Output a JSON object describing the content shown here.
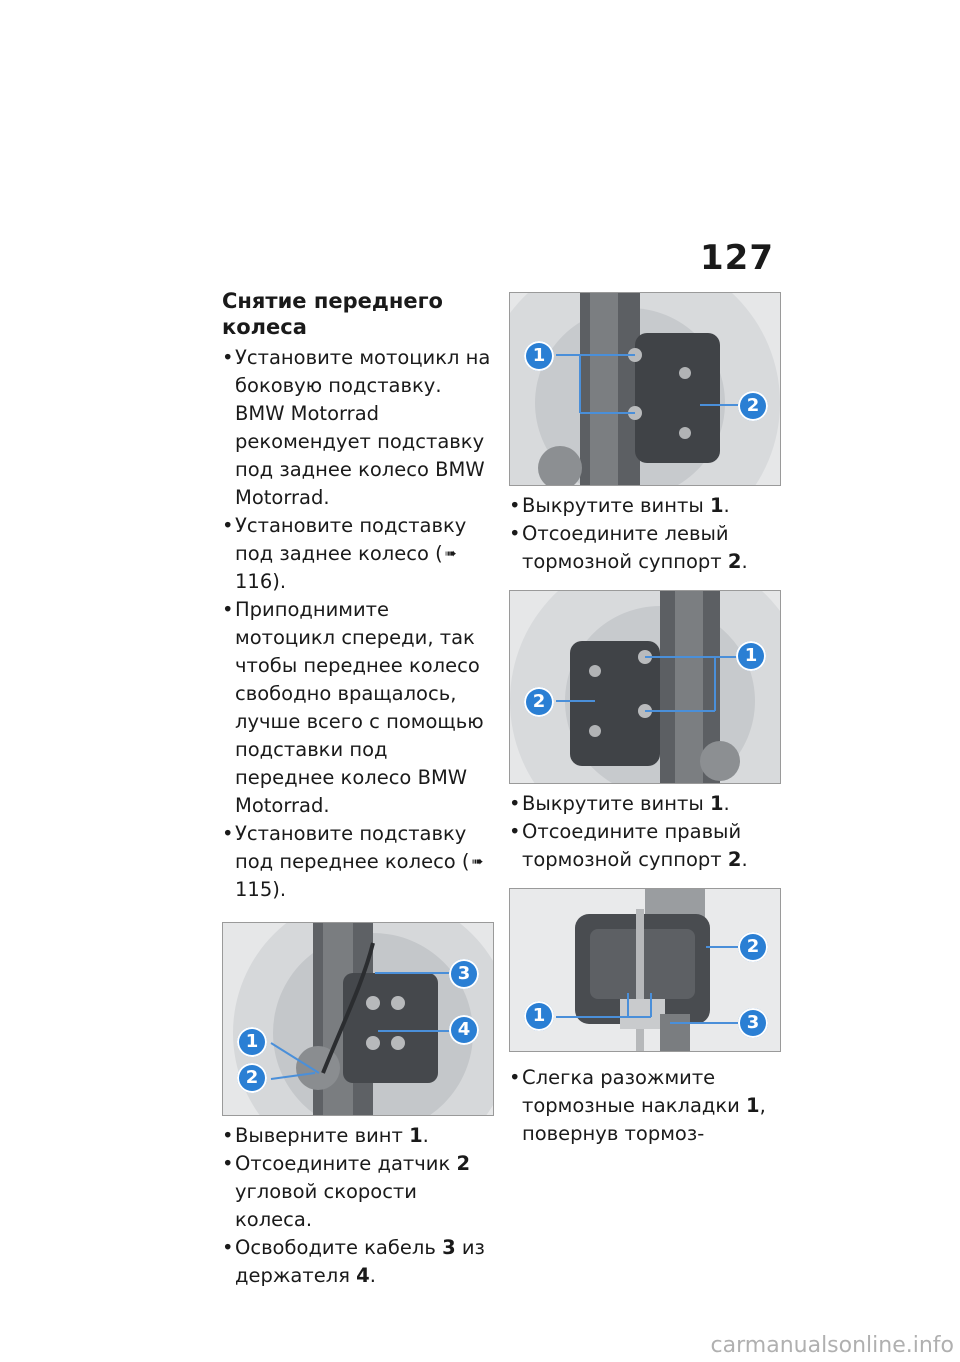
{
  "page_number": "127",
  "left": {
    "title": "Снятие переднего колеса",
    "steps": [
      {
        "a": "Установите мотоцикл на боковую подставку. BMW Motorrad рекомендует подставку под заднее колесо BMW Motorrad."
      },
      {
        "a": "Установите подставку под заднее колесо (",
        "ref": "116",
        "b": ")."
      },
      {
        "a": "Приподнимите мотоцикл спереди, так чтобы переднее колесо свободно вращалось, лучше всего с помощью подставки под переднее колесо BMW Motorrad."
      },
      {
        "a": "Установите подставку под переднее колесо (",
        "ref": "115",
        "b": ")."
      }
    ],
    "figure_callouts": [
      "1",
      "2",
      "3",
      "4"
    ],
    "steps2": [
      {
        "a": "Выверните винт ",
        "n": "1",
        "b": "."
      },
      {
        "a": "Отсоедините датчик ",
        "n": "2",
        "b": " угловой скорости колеса."
      },
      {
        "a": "Освободите кабель ",
        "n": "3",
        "b": " из держателя ",
        "n2": "4",
        "c": "."
      }
    ]
  },
  "right": {
    "fig1_callouts": [
      "1",
      "2"
    ],
    "steps1": [
      {
        "a": "Выкрутите винты ",
        "n": "1",
        "b": "."
      },
      {
        "a": "Отсоедините левый тормозной суппорт ",
        "n": "2",
        "b": "."
      }
    ],
    "fig2_callouts": [
      "1",
      "2"
    ],
    "steps2": [
      {
        "a": "Выкрутите винты ",
        "n": "1",
        "b": "."
      },
      {
        "a": "Отсоедините правый тормозной суппорт ",
        "n": "2",
        "b": "."
      }
    ],
    "fig3_callouts": [
      "1",
      "2",
      "3"
    ],
    "steps3": [
      {
        "a": "Слегка разожмите тормозные накладки ",
        "n": "1",
        "b": ", повернув тормоз-"
      }
    ]
  },
  "icons": {
    "ref_arrow": "arrow-right-icon"
  },
  "colors": {
    "callout": "#2a7fd4",
    "leader_line": "#4a8fd9"
  },
  "footer": "carmanualsonline.info"
}
